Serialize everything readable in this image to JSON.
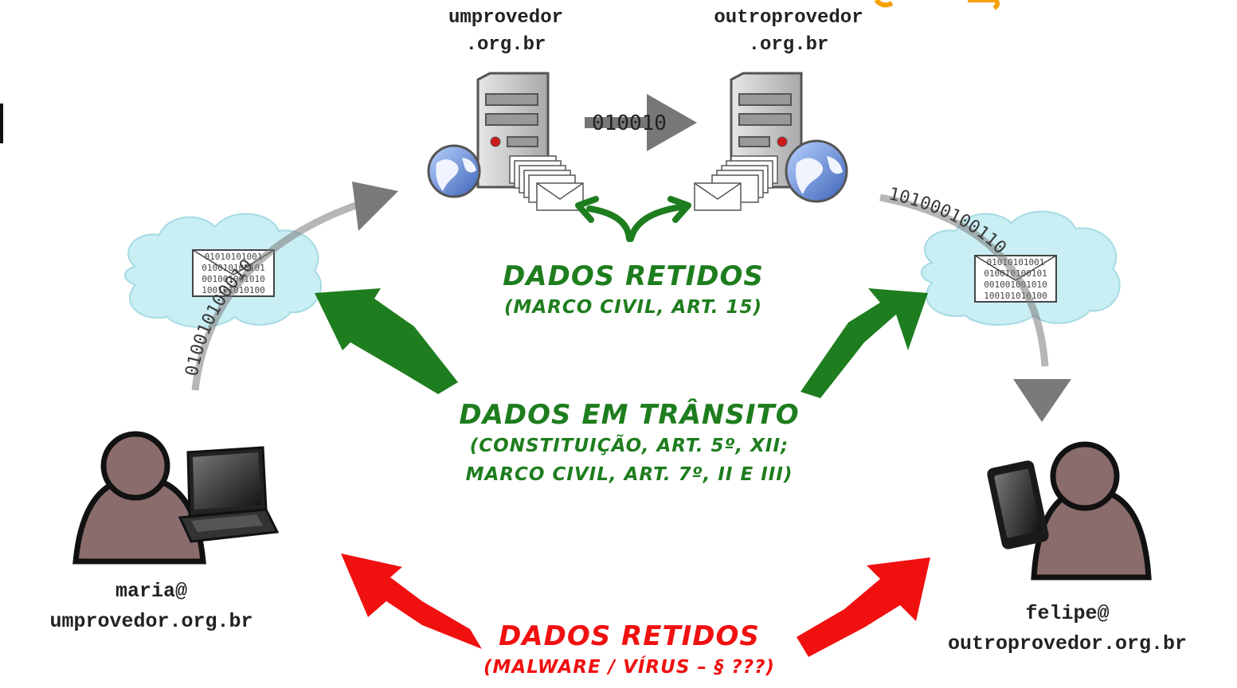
{
  "servers": {
    "left": {
      "line1": "umprovedor",
      "line2": ".org.br"
    },
    "right": {
      "line1": "outroprovedor",
      "line2": ".org.br"
    }
  },
  "transfer_bits": "010010",
  "stream_bits": {
    "left": "010010100010",
    "right": "101000100110"
  },
  "envelope_bits": [
    "01010101001",
    "010010100101",
    "001001001010",
    "100101010100"
  ],
  "users": {
    "maria": {
      "line1": "maria@",
      "line2": "umprovedor.org.br"
    },
    "felipe": {
      "line1": "felipe@",
      "line2": "outroprovedor.org.br"
    }
  },
  "notes": {
    "retained_servers": {
      "title": "DADOS RETIDOS",
      "sub": "(MARCO CIVIL, ART. 15)"
    },
    "in_transit": {
      "title": "DADOS EM TRÂNSITO",
      "sub1": "(CONSTITUIÇÃO, ART. 5º, XII;",
      "sub2": "MARCO CIVIL, ART. 7º, II E III)"
    },
    "retained_devices": {
      "title": "DADOS RETIDOS",
      "sub": "(MALWARE / VÍRUS – § ???)"
    }
  },
  "colors": {
    "green": "#1e7d1e",
    "red": "#f01010",
    "person": "#8a6c6c",
    "cloud": "#c9eef3",
    "server": "#c8c8c8",
    "orange": "#f5a000"
  }
}
